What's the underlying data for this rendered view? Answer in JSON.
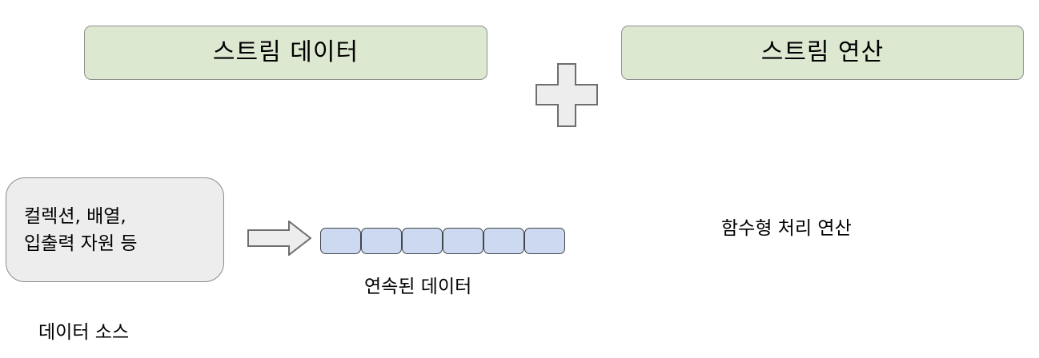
{
  "diagram": {
    "title_boxes": [
      {
        "id": "stream-data",
        "label": "스트림 데이터"
      },
      {
        "id": "stream-operation",
        "label": "스트림 연산"
      }
    ],
    "combiner": {
      "icon": "plus-icon",
      "symbol": "+"
    },
    "source_box": {
      "lines": [
        "컬렉션, 배열,",
        "입출력 자원 등"
      ],
      "caption": "데이터 소스"
    },
    "arrow": {
      "icon": "right-arrow-icon",
      "direction": "right"
    },
    "data_blocks": {
      "count": 6,
      "caption": "연속된 데이터",
      "items": [
        "",
        "",
        "",
        "",
        "",
        ""
      ]
    },
    "operation_label": "함수형 처리 연산",
    "colors": {
      "green_fill": "#dde8d1",
      "green_border": "#8f8f8f",
      "gray_fill": "#ededed",
      "gray_border": "#8c8c8c",
      "blue_fill": "#ccd9f0",
      "blue_border": "#41454d",
      "shape_fill": "#ededed",
      "shape_border": "#6e6e6e",
      "background": "#ffffff",
      "text": "#000000"
    }
  }
}
